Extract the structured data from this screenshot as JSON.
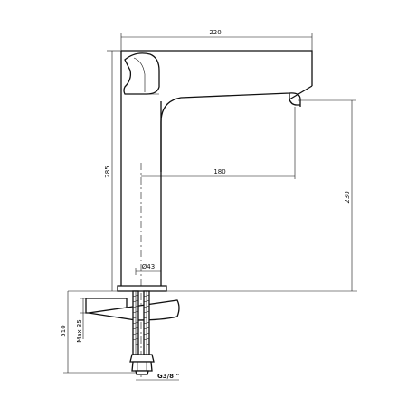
{
  "dimensions": {
    "overall_reach": "220",
    "spout_reach": "180",
    "total_height": "285",
    "spout_height": "230",
    "body_diameter": "Ø43",
    "below_deck": "510",
    "deck_thickness": "Max 35",
    "thread": "G3/8 \""
  }
}
